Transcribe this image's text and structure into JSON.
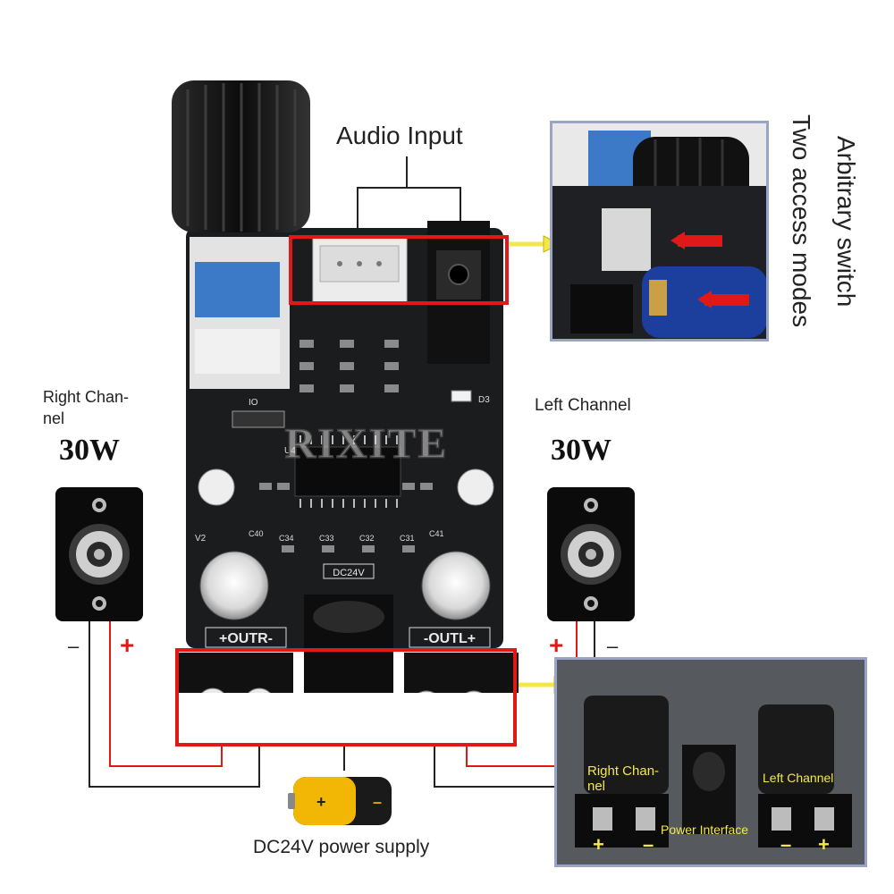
{
  "labels": {
    "audio_input": "Audio Input",
    "right_channel": "Right Chan-\nnel",
    "left_channel": "Left Channel",
    "right_watt": "30W",
    "left_watt": "30W",
    "arbitrary_switch": "Arbitrary switch",
    "two_access_modes": "Two access modes",
    "power_supply": "DC24V power supply",
    "minus": "–",
    "plus": "+"
  },
  "board": {
    "out_right": "+OUTR-",
    "out_left": "-OUTL+",
    "dc_label": "DC24V",
    "watermark": "RIXITE",
    "silk_u4": "U4",
    "silk_d3": "D3",
    "silk_d": "IO",
    "silk_v2": "V2",
    "silk_c40": "C40",
    "silk_c41": "C41",
    "silk_c34": "C34",
    "silk_c33": "C33",
    "silk_c32": "C32",
    "silk_c31": "C31"
  },
  "inset_bottom": {
    "right_channel": "Right Chan-\nnel",
    "left_channel": "Left Channel",
    "power_interface": "Power Interface",
    "plus": "+",
    "minus": "–"
  },
  "colors": {
    "red": "#e01818",
    "yellow": "#f3e84a",
    "pcb": "#1b1c1e",
    "inset_border": "#9aa3c8"
  }
}
